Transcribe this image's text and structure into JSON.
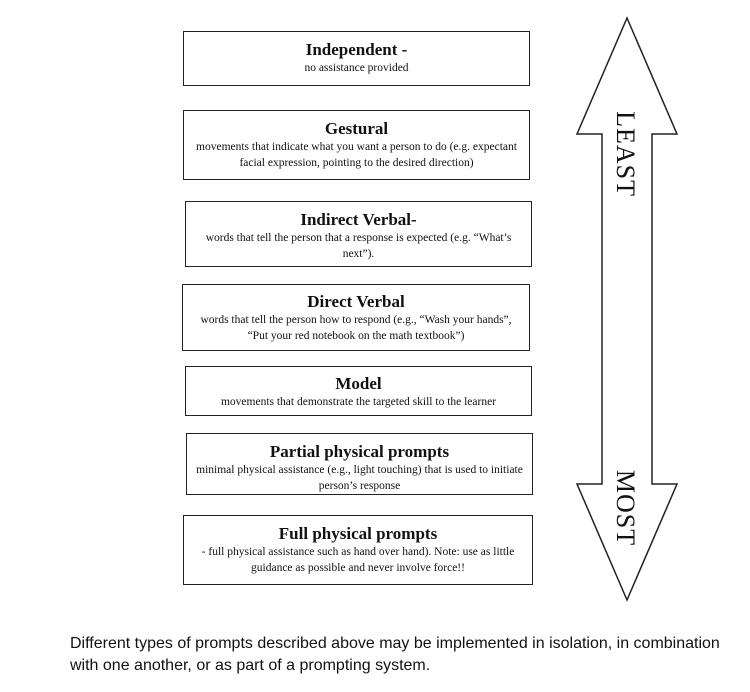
{
  "prompts": [
    {
      "title": "Independent -",
      "desc": "no assistance provided"
    },
    {
      "title": "Gestural",
      "desc": "movements that indicate what you want a person to do (e.g. expectant facial expression, pointing to the desired direction)"
    },
    {
      "title": "Indirect Verbal-",
      "desc": "words that tell the person that a response is expected (e.g. “What’s next”)."
    },
    {
      "title": "Direct Verbal",
      "desc": "words that tell the person how to respond (e.g., “Wash your hands”, “Put your red notebook on the math textbook”)"
    },
    {
      "title": "Model",
      "desc": "movements that demonstrate the targeted skill to the learner"
    },
    {
      "title": "Partial physical prompts",
      "desc": "minimal physical assistance (e.g., light touching) that is used to initiate person’s response"
    },
    {
      "title": "Full physical prompts",
      "desc": "- full physical assistance such as hand over hand). Note: use as little guidance as possible and never involve force!!"
    }
  ],
  "arrow": {
    "top_label": "LEAST",
    "bottom_label": "MOST"
  },
  "caption": "Different types of prompts described above may be implemented in isolation, in combination with one another, or as part of a prompting system."
}
